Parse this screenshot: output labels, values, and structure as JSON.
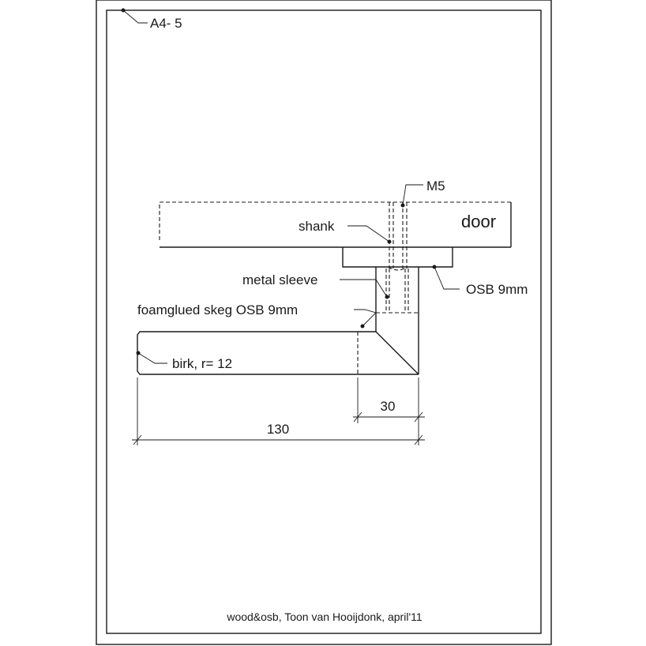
{
  "sheet": {
    "id": "A4- 5",
    "footer": "wood&osb, Toon van Hooijdonk, april'11"
  },
  "labels": {
    "door": "door",
    "m5": "M5",
    "shank": "shank",
    "osb": "OSB 9mm",
    "sleeve": "metal sleeve",
    "skeg": "foamglued skeg OSB 9mm",
    "birk": "birk, r= 12"
  },
  "dimensions": {
    "width_small": "30",
    "width_total": "130"
  }
}
